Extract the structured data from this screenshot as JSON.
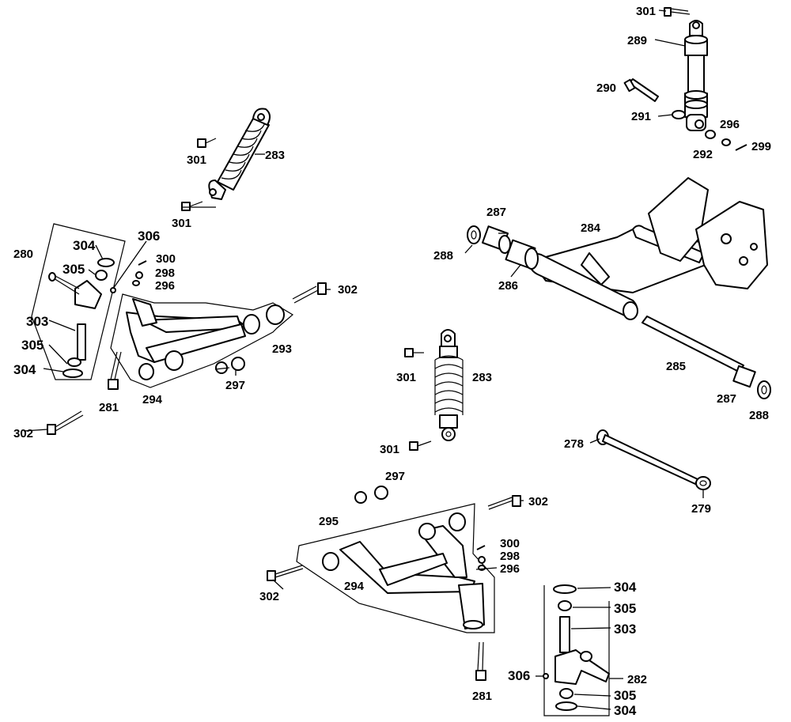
{
  "callouts": {
    "c278": "278",
    "c279": "279",
    "c280": "280",
    "c281a": "281",
    "c281b": "281",
    "c282": "282",
    "c283a": "283",
    "c283b": "283",
    "c284": "284",
    "c285": "285",
    "c286": "286",
    "c287a": "287",
    "c287b": "287",
    "c288a": "288",
    "c288b": "288",
    "c289": "289",
    "c290": "290",
    "c291": "291",
    "c292": "292",
    "c293": "293",
    "c294a": "294",
    "c294b": "294",
    "c295": "295",
    "c296a": "296",
    "c296b": "296",
    "c296c": "296",
    "c297a": "297",
    "c297b": "297",
    "c298a": "298",
    "c298b": "298",
    "c299": "299",
    "c300a": "300",
    "c300b": "300",
    "c301a": "301",
    "c301b": "301",
    "c301c": "301",
    "c301d": "301",
    "c301e": "301",
    "c302a": "302",
    "c302b": "302",
    "c302c": "302",
    "c302d": "302",
    "c303a": "303",
    "c303b": "303",
    "c304a": "304",
    "c304b": "304",
    "c304c": "304",
    "c304d": "304",
    "c305a": "305",
    "c305b": "305",
    "c305c": "305",
    "c305d": "305",
    "c306a": "306",
    "c306b": "306"
  }
}
